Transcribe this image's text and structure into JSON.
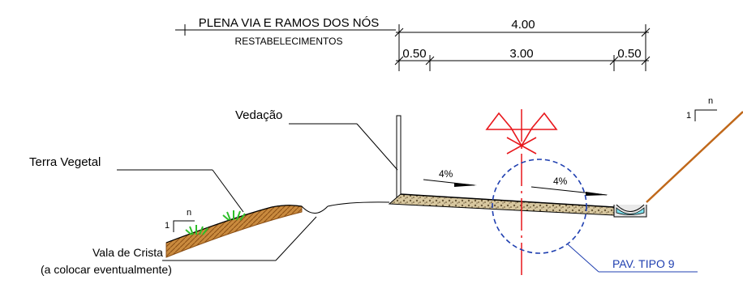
{
  "header": {
    "title": "PLENA VIA E RAMOS DOS NÓS",
    "subtitle": "RESTABELECIMENTOS"
  },
  "dimensions": {
    "total": "4.00",
    "left_offset": "0.50",
    "middle": "3.00",
    "right_offset": "0.50"
  },
  "labels": {
    "fence": "Vedação",
    "topsoil": "Terra Vegetal",
    "ditch_line1": "Vala de Crista",
    "ditch_line2": "(a colocar eventualmente)",
    "slope_left": "4%",
    "slope_right": "4%",
    "pavement": "PAV. TIPO 9"
  },
  "slope_markers": {
    "left_v": "1",
    "left_h": "n",
    "right_v": "1",
    "right_h": "n"
  },
  "colors": {
    "axis_red": "#e8161b",
    "detail_blue": "#1f3fb0",
    "slope_brown": "#c0681a",
    "grass_green": "#2fbf2a",
    "water_cyan": "#7fe3f0"
  }
}
